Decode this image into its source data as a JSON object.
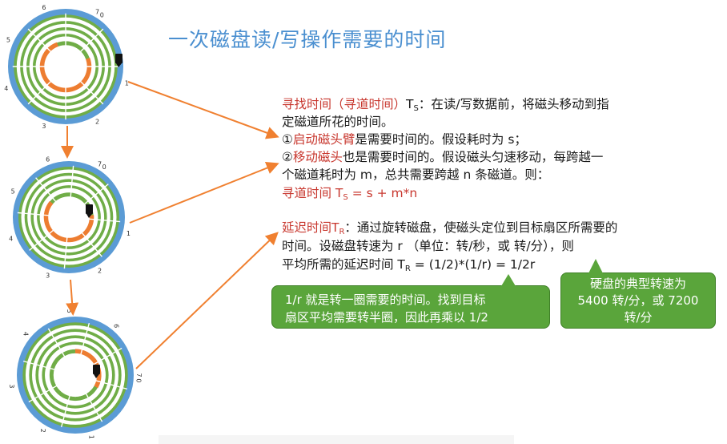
{
  "title": "一次磁盘读/写操作需要的时间",
  "colors": {
    "title": "#4a8fd0",
    "highlight": "#c8382f",
    "platter_outer": "#5b9bd5",
    "track_green": "#70ad47",
    "active_track": "#ed7d31",
    "arrow": "#f08030",
    "callout": "#5aa53b"
  },
  "disks": [
    {
      "sector_labels": [
        "0",
        "1",
        "2",
        "3",
        "4",
        "5",
        "6",
        "7"
      ]
    },
    {
      "sector_labels": [
        "0",
        "1",
        "2",
        "3",
        "4",
        "5",
        "6",
        "7"
      ]
    },
    {
      "sector_labels": [
        "0",
        "1",
        "2",
        "3",
        "4",
        "5",
        "6",
        "7"
      ]
    }
  ],
  "seek": {
    "term": "寻找时间（寻道时间）",
    "symbol": "T",
    "symbol_sub": "S",
    "desc1": "：在读/写数据前，将磁头移动到指",
    "desc2": "定磁道所花的时间。",
    "item1_num": "①",
    "item1_term": "启动磁头臂",
    "item1_rest": "是需要时间的。假设耗时为 s；",
    "item2_num": "②",
    "item2_term": "移动磁头",
    "item2_rest": "也是需要时间的。假设磁头匀速移动，每跨越一",
    "item2_line2": "个磁道耗时为 m，总共需要跨越 n 条磁道。则：",
    "formula_label": "寻道时间 T",
    "formula_sub": "S",
    "formula_rest": " = s + m*n"
  },
  "latency": {
    "term": "延迟时间T",
    "term_sub": "R",
    "desc1": "：通过旋转磁盘，使磁头定位到目标扇区所需要的",
    "desc2": "时间。设磁盘转速为 r （单位：转/秒，或 转/分），则",
    "avg_prefix": "平均所需的延迟时间 T",
    "avg_sub": "R",
    "avg_rest": " = (1/2)*(1/r) = 1/2r"
  },
  "callout_left": {
    "line1": "1/r 就是转一圈需要的时间。找到目标",
    "line2": "扇区平均需要转半圈，因此再乘以 1/2"
  },
  "callout_right": {
    "line1": "硬盘的典型转速为",
    "line2": "5400 转/分，或 7200",
    "line3": "转/分"
  }
}
